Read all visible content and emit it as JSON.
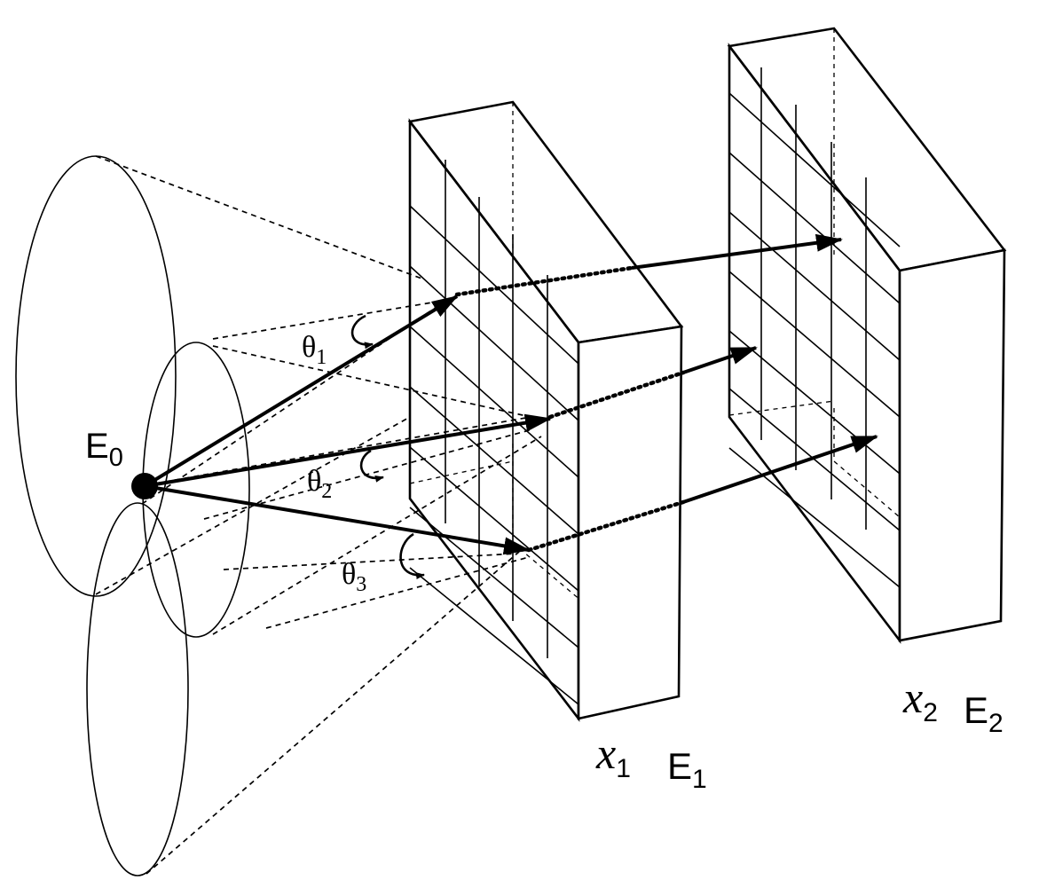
{
  "source": {
    "main": "E",
    "sub": "0"
  },
  "angles": [
    {
      "symbol": "θ",
      "sub": "1"
    },
    {
      "symbol": "θ",
      "sub": "2"
    },
    {
      "symbol": "θ",
      "sub": "3"
    }
  ],
  "plane1": {
    "x_main": "x",
    "x_sub": "1",
    "e_main": "E",
    "e_sub": "1"
  },
  "plane2": {
    "x_main": "x",
    "x_sub": "2",
    "e_main": "E",
    "e_sub": "2"
  }
}
